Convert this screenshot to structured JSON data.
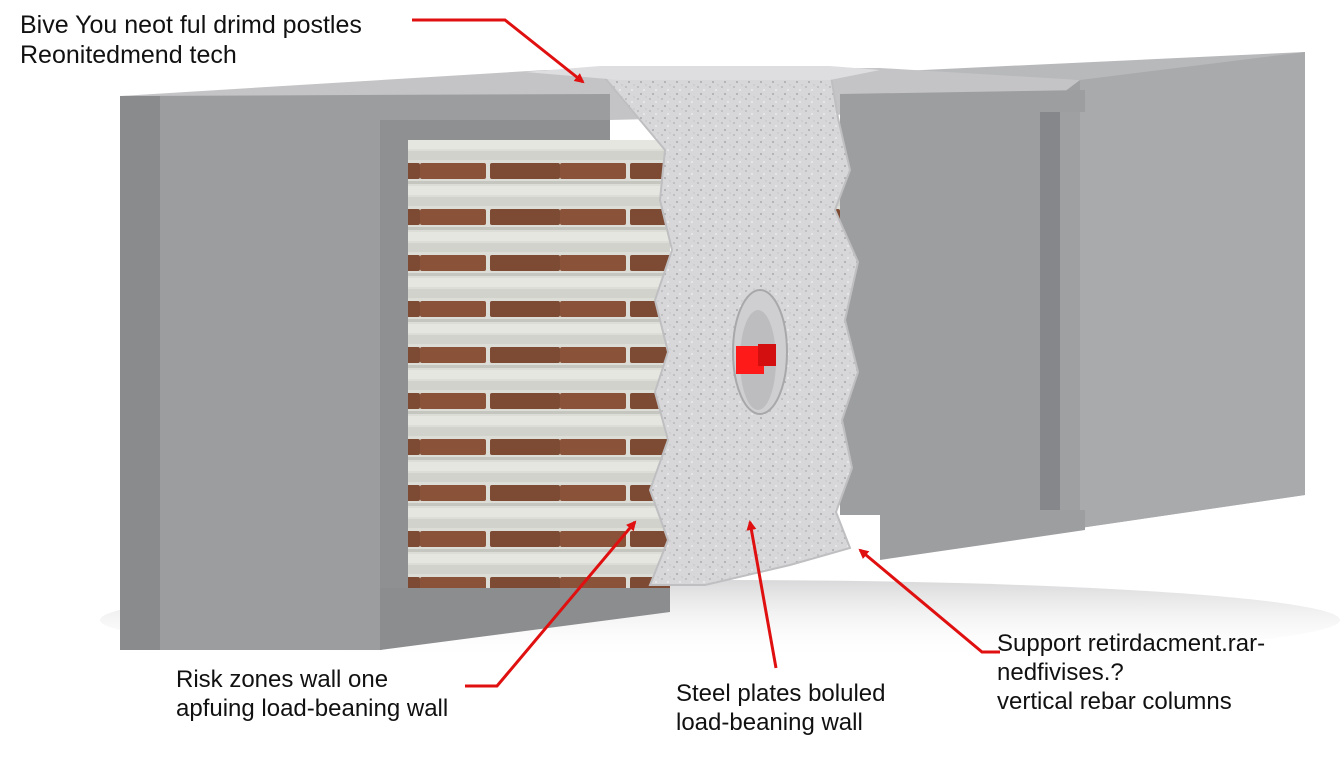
{
  "labels": {
    "top": {
      "line1": "Bive You neot ful drimd postles",
      "line2": "Reonitedmend tech"
    },
    "left": {
      "line1": "Risk zones wall one",
      "line2": "apfuing load-beaning wall"
    },
    "center": {
      "line1": "Steel plates boluled",
      "line2": "load-beaning wall"
    },
    "right": {
      "line1": "Support retirdacment.rar-",
      "line2": "nedfivises.?",
      "line3": "vertical rebar columns"
    }
  },
  "colors": {
    "concrete_face": "#9a9b9d",
    "concrete_top": "#c9c9cb",
    "concrete_side": "#b3b4b6",
    "brick": "#8a5238",
    "mortar": "#dcdcd6",
    "pillar": "#d9d9db",
    "arrow": "#e01010",
    "marker": "#ff1a1a"
  }
}
